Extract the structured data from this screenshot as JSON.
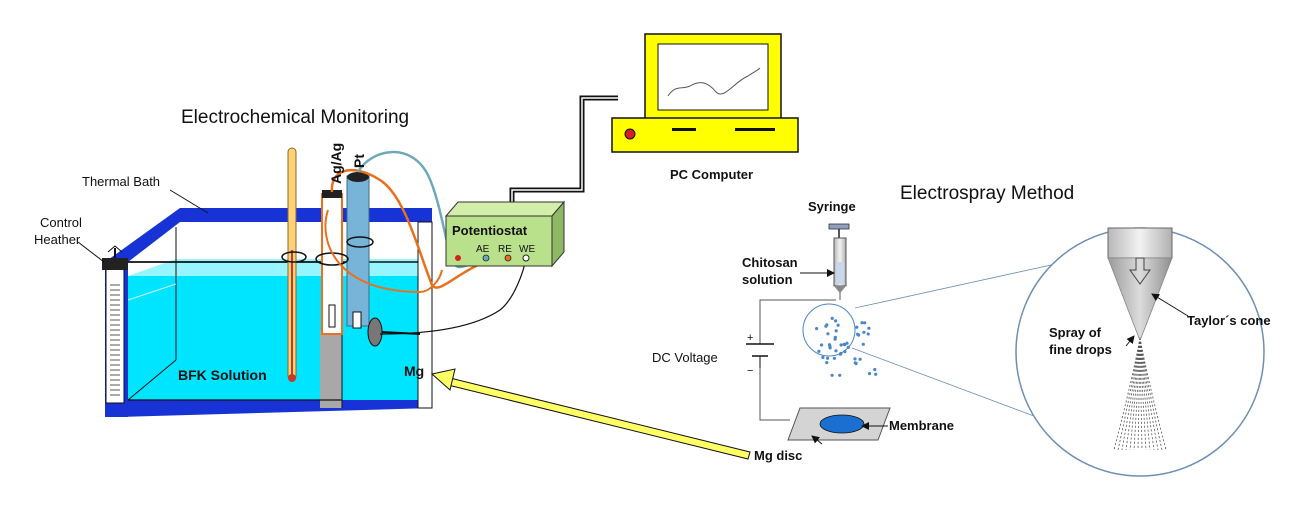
{
  "titles": {
    "electrochemical": "Electrochemical Monitoring",
    "electrospray": "Electrospray Method"
  },
  "labels": {
    "thermal_bath": "Thermal Bath",
    "control_line1": "Control",
    "control_line2": "Heather",
    "bfk_solution": "BFK Solution",
    "ag_ag": "Ag/Ag",
    "pt": "Pt",
    "potentiostat": "Potentiostat",
    "ae": "AE",
    "re": "RE",
    "we": "WE",
    "pc_computer": "PC Computer",
    "mg": "Mg",
    "mg_disc": "Mg disc",
    "syringe": "Syringe",
    "chitosan_line1": "Chitosan",
    "chitosan_line2": "solution",
    "dc_voltage": "DC Voltage",
    "plus": "+",
    "minus": "−",
    "membrane": "Membrane",
    "taylor_cone": "Taylor´s cone",
    "spray_line1": "Spray of",
    "spray_line2": "fine drops"
  },
  "colors": {
    "water": "#00e5ff",
    "bath_frame": "#1733d6",
    "potentiostat": "#b9e08a",
    "computer": "#ffff00",
    "orange_wire": "#e8701e",
    "teal_wire": "#6fa8b8",
    "droplets": "#4a86c8",
    "membrane": "#1a6fd0",
    "mg_arrow": "#ffff66"
  }
}
